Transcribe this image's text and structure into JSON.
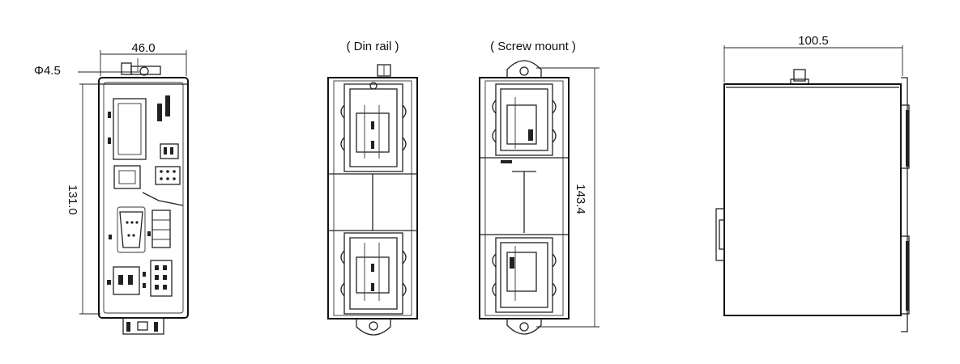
{
  "labels": {
    "din_rail": "( Din rail )",
    "screw_mount": "( Screw mount )"
  },
  "dimensions": {
    "front_width": "46.0",
    "hole_diameter": "Φ4.5",
    "front_height": "131.0",
    "screw_mount_height": "143.4",
    "side_depth": "100.5"
  }
}
